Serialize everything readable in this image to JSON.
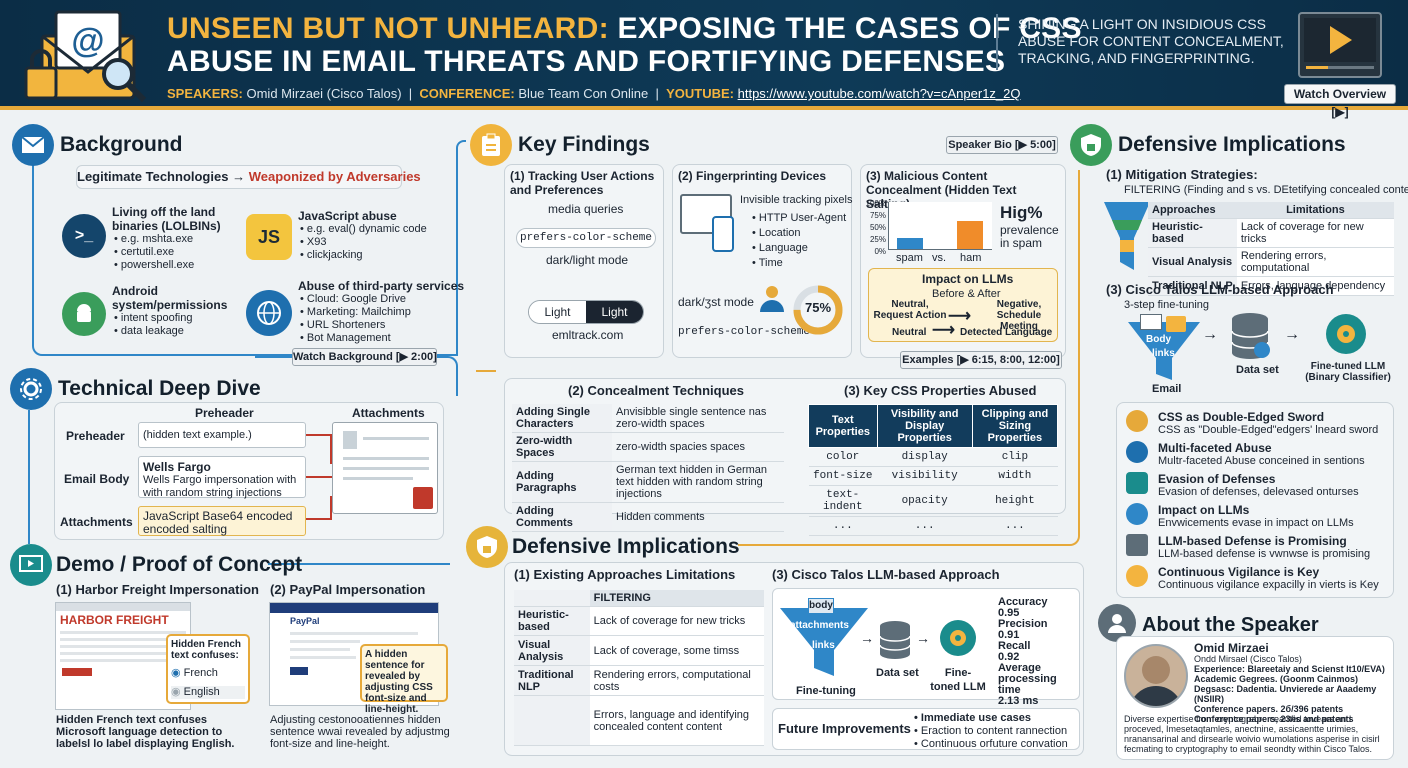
{
  "header": {
    "title_line1_accent": "UNSEEN BUT NOT UNHEARD:",
    "title_line1_rest": " EXPOSING THE CASES OF CSS",
    "title_line2": "ABUSE IN EMAIL THREATS AND FORTIFYING DEFENSES",
    "speakers_label": "SPEAKERS:",
    "speakers_value": "Omid Mirzaei (Cisco Talos)",
    "conference_label": "CONFERENCE:",
    "conference_value": "Blue Team Con Online",
    "youtube_label": "YOUTUBE:",
    "youtube_url": "https://www.youtube.com/watch?v=cAnper1z_2Q",
    "sep": "|",
    "tagline": "SHINING A LIGHT ON INSIDIOUS CSS ABUSE FOR CONTENT CONCEALMENT, TRACKING, AND FINGERPRINTING.",
    "watch_overview": "Watch Overview [▶]"
  },
  "background": {
    "title": "Background",
    "banner_left": "Legitimate Technologies",
    "banner_arrow": "→",
    "banner_right": "Weaponized by Adversaries",
    "lolbins_title": "Living off the land binaries (LOLBINs)",
    "lolbins_items": [
      "e.g. mshta.exe",
      "certutil.exe",
      "powershell.exe"
    ],
    "js_title": "JavaScript abuse",
    "js_items": [
      "e.g. eval() dynamic code",
      "X93",
      "clickjacking"
    ],
    "android_title": "Android system/permissions",
    "android_items": [
      "intent spoofing",
      "data leakage"
    ],
    "third_title": "Abuse of third-party services",
    "third_items": [
      "Cloud: Google Drive",
      "Marketing: Mailchimp",
      "URL Shorteners",
      "Bot Management"
    ],
    "watch": "Watch Background [▶ 2:00]"
  },
  "deep_dive": {
    "title": "Technical Deep Dive",
    "col_preheader": "Preheader",
    "col_attachments": "Attachments",
    "row_preheader": "Preheader",
    "preheader_value": "(hidden text example.)",
    "row_body": "Email Body",
    "body_title": "Wells Fargo",
    "body_value": "Wells Fargo impersonation with with random string injections",
    "row_attach": "Attachments",
    "attach_value": "JavaScript Base64 encoded encoded salting"
  },
  "demo": {
    "title": "Demo / Proof of Concept",
    "hf_title": "(1) Harbor Freight Impersonation",
    "hf_brand": "HARBOR FREIGHT",
    "hf_callout": "Hidden French text confuses:",
    "hf_opt1": "French",
    "hf_opt2": "English",
    "hf_caption": "Hidden French text confuses Microsoft language detection to labelsl lo label displaying English.",
    "pp_title": "(2) PayPal Impersonation",
    "pp_brand": "PayPal",
    "pp_callout": "A hidden sentence for revealed by adjusting CSS font-size and line-height.",
    "pp_caption": "Adjusting cestonooatiennes hidden sentence wwai revealed by adjustmg font-size and line-height."
  },
  "key_findings": {
    "title": "Key Findings",
    "speaker_bio": "Speaker Bio [▶ 5:00]",
    "track_title": "(1) Tracking User Actions and Preferences",
    "track_mq": "media queries",
    "track_code": "prefers-color-scheme",
    "track_mode": "dark/light mode",
    "track_light1": "Light",
    "track_light2": "Light",
    "track_domain": "emltrack.com",
    "fp_title": "(2) Fingerprinting Devices",
    "fp_pixels": "Invisible tracking pixels",
    "fp_items": [
      "HTTP User-Agent",
      "Location",
      "Language",
      "Time"
    ],
    "fp_mode": "dark/ʒst mode",
    "fp_code": "prefers-color-scheme",
    "fp_percent": "75%",
    "fp_fraction": 0.75,
    "mal_title": "(3) Malicious Content Concealment (Hidden Text Salting)",
    "mal_ticks": [
      "100%",
      "75%",
      "50%",
      "25%",
      "0%"
    ],
    "mal_spam": "spam",
    "mal_vs": "vs.",
    "mal_ham": "ham",
    "mal_spam_value": 0.22,
    "mal_ham_value": 0.58,
    "mal_high": "Hig%",
    "mal_prev": "prevalence in spam",
    "llm_title": "Impact on LLMs",
    "llm_sub": "Before & After",
    "llm_l1": "Neutral, Request Action",
    "llm_r1": "Negative, Schedule Meeting",
    "llm_l2": "Neutral",
    "llm_r2": "Detected Language",
    "examples": "Examples [▶ 6:15, 8:00, 12:00]",
    "conc_title": "(2) Concealment Techniques",
    "conc_rows": [
      [
        "Adding Single Characters",
        "Anvisibble single sentence nas zero-width spaces"
      ],
      [
        "Zero-width Spaces",
        "zero-width spacies spaces"
      ],
      [
        "Adding Paragraphs",
        "German text hidden in German text hidden with  random string injections"
      ],
      [
        "Adding Comments",
        "Hidden comments"
      ]
    ],
    "css_title": "(3) Key CSS Properties Abused",
    "css_headers": [
      "Text Properties",
      "Visibility and Display Properties",
      "Clipping and Sizing Properties"
    ],
    "css_rows": [
      [
        "color",
        "display",
        "clip"
      ],
      [
        "font-size",
        "visibility",
        "width"
      ],
      [
        "text-indent",
        "opacity",
        "height"
      ],
      [
        "...",
        "...",
        "..."
      ]
    ]
  },
  "def_center": {
    "title": "Defensive Implications",
    "lim_title": "(1) Existing Approaches Limitations",
    "lim_header": "FILTERING",
    "lim_rows": [
      [
        "Heuristic-based",
        "Lack of coverage for new tricks"
      ],
      [
        "Visual Analysis",
        "Lack of coverage, some timss"
      ],
      [
        "Traditional NLP",
        "Rendering errors, computational costs"
      ],
      [
        "",
        "Errors, language and identifying concealed content content"
      ]
    ],
    "talos_title": "(3) Cisco Talos LLM-based Approach",
    "funnel_items": [
      "body",
      "attachments",
      "links"
    ],
    "fine_tuning": "Fine-tuning",
    "dataset": "Data set",
    "llm": "Fine-toned LLM",
    "metrics": [
      [
        "Accuracy",
        "0.95"
      ],
      [
        "Precision",
        "0.91"
      ],
      [
        "Recall",
        "0.92"
      ],
      [
        "Average processing time",
        "2.13 ms"
      ]
    ],
    "future_label": "Future Improvements",
    "future_items": [
      "Immediate use cases",
      "Eraction to content rannection",
      "Continuous orfuture convation"
    ]
  },
  "def_right": {
    "title": "Defensive Implications",
    "mit_title": "(1) Mitigation Strategies:",
    "mit_sub": "FILTERING (Finding and s vs. DEtetifying concealed content)",
    "mit_headers": [
      "Approaches",
      "Limitations"
    ],
    "mit_rows": [
      [
        "Heuristic-based",
        "Lack of coverage for new tricks"
      ],
      [
        "Visual Analysis",
        "Rendering errors, computational"
      ],
      [
        "Traditional NLP",
        "Errors, language dependency"
      ]
    ],
    "talos_title": "(3) Cisco Talos LLM-based Approach",
    "talos_sub": "3-step fine-tuning",
    "funnel_items": [
      "Body",
      "links"
    ],
    "email": "Email",
    "dataset": "Data set",
    "llm": "Fine-tuned LLM (Binary Classifier)",
    "points": [
      {
        "t": "CSS as Double-Edged Sword",
        "d": "CSS as \"Double-Edged\"edgers' lneard sword"
      },
      {
        "t": "Multi-faceted Abuse",
        "d": "Multr-faceted Abuse conceined in sentions"
      },
      {
        "t": "Evasion of Defenses",
        "d": "Evasion of defenses, delevased onturses"
      },
      {
        "t": "Impact on LLMs",
        "d": "Envwicements evase in impact on LLMs"
      },
      {
        "t": "LLM-based Defense is Promising",
        "d": "LLM-based defense is vwnwse is promising"
      },
      {
        "t": "Continuous Vigilance is Key",
        "d": "Continuous vigilance expacilly in vierts is Key"
      }
    ]
  },
  "speaker": {
    "title": "About the Speaker",
    "name": "Omid Mirzaei",
    "lines": [
      "Ondd Mirsael (Cisco Talos)",
      "Experience: Blareetaiy and Scienst It10/EVA)",
      "Academic Gegrees. (Goonm Cainmos)",
      "Degsasc: Dadentia. Unvierede ar Aaademy (NSIIR)",
      "Conference papers. 2б/396 patents",
      "Conference papers, 23/is and patents"
    ],
    "bio": "Diverse expertise from cryptogrebre ceanted tovears and proceved, Imesetaqtamles, anectnine, assicaentte urimies, nranansarinal and dirsearle woivio wumolations asperise in cisirl fecmating to cryptography to email seondty within Cisco Talos."
  },
  "colors": {
    "navy": "#0b2d46",
    "accent": "#f3b43f",
    "blue": "#2f87c8",
    "green": "#3a9d5b",
    "red": "#c0392b"
  },
  "icons": [
    "envelope-at-icon",
    "lock-icon",
    "magnifier-icon",
    "video-play-icon",
    "gear-icon",
    "clipboard-icon",
    "shield-lock-icon",
    "screen-play-icon",
    "terminal-icon",
    "js-icon",
    "android-icon",
    "globe-icon",
    "funnel-icon",
    "database-icon",
    "brain-icon",
    "person-icon",
    "checklist-icon",
    "lightbulb-icon"
  ]
}
